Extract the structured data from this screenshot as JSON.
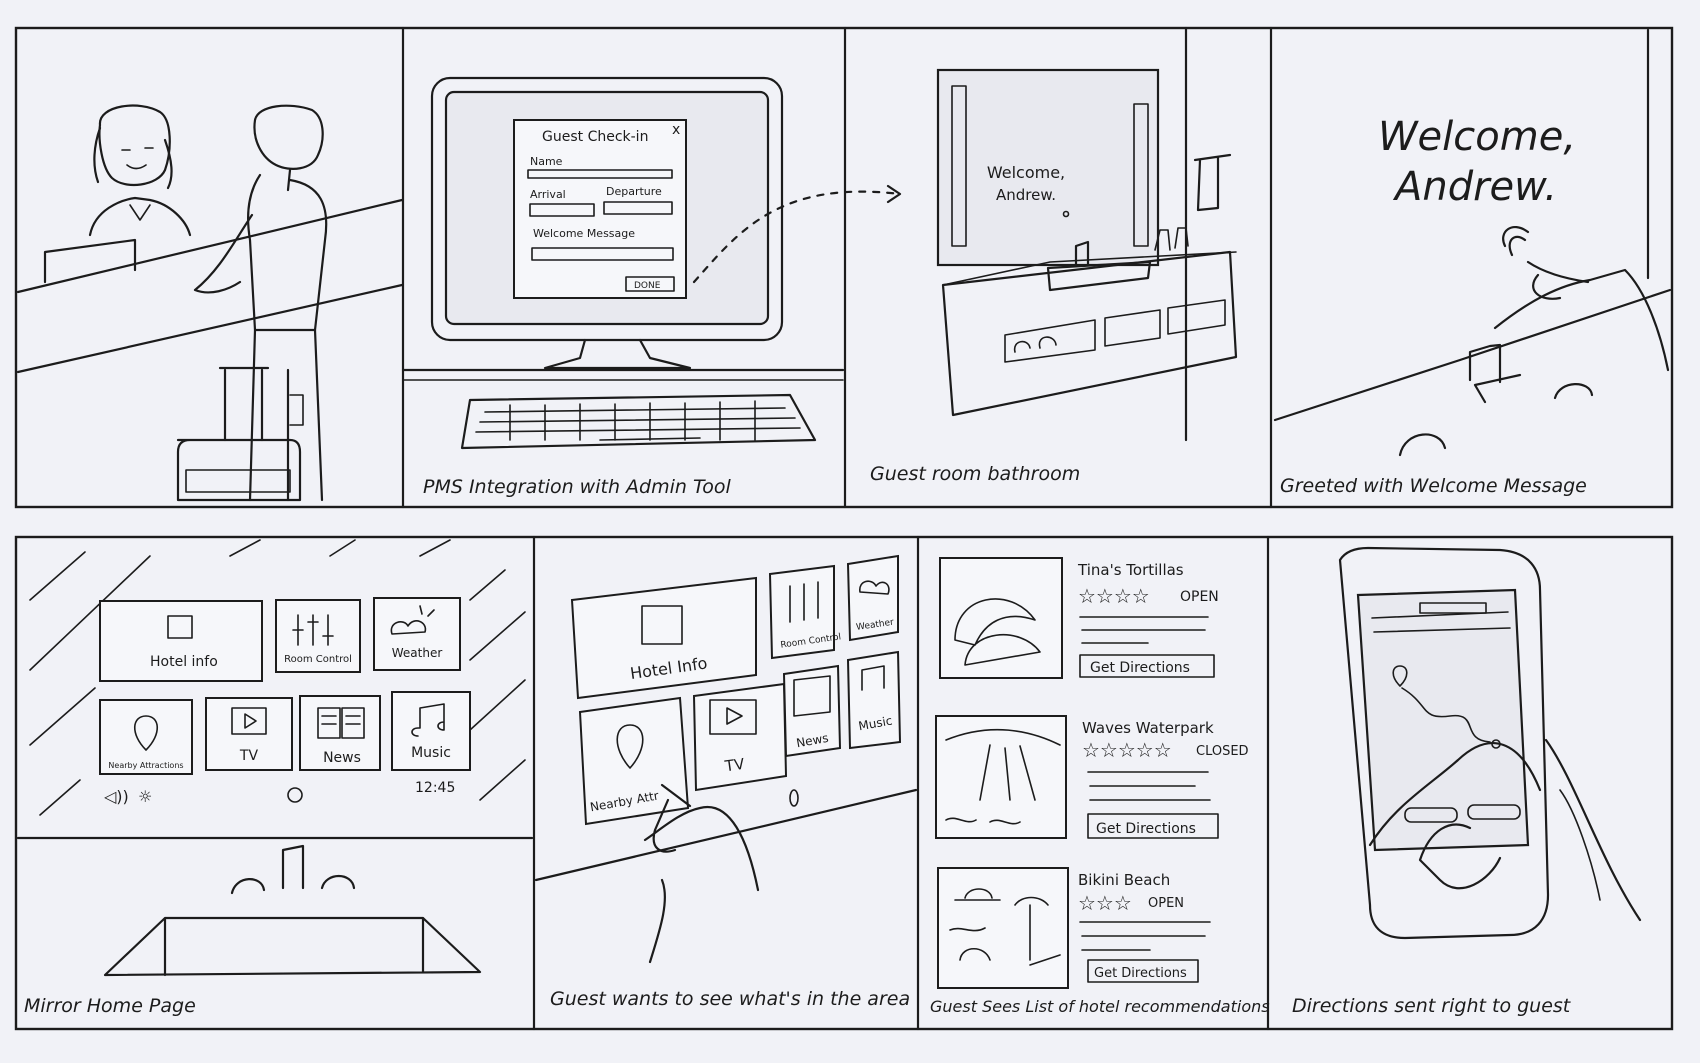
{
  "panels": {
    "p1": {
      "caption": ""
    },
    "p2": {
      "caption": "PMS Integration with Admin Tool",
      "dialog": {
        "title": "Guest Check-in",
        "close": "x",
        "name_label": "Name",
        "arrival_label": "Arrival",
        "departure_label": "Departure",
        "welcome_label": "Welcome Message",
        "done_label": "DONE"
      }
    },
    "p3": {
      "caption": "Guest room bathroom",
      "mirror_line1": "Welcome,",
      "mirror_line2": "Andrew."
    },
    "p4": {
      "caption": "Greeted with Welcome Message",
      "line1": "Welcome,",
      "line2": "Andrew."
    },
    "p5": {
      "caption": "Mirror Home Page",
      "tiles": [
        "Hotel info",
        "Room Control",
        "Weather",
        "Nearby Attractions",
        "TV",
        "News",
        "Music"
      ],
      "clock": "12:45"
    },
    "p6": {
      "caption": "Guest wants to see what's in the area",
      "tiles": [
        "Hotel Info",
        "Room Control",
        "Weather",
        "Nearby Attr",
        "TV",
        "News",
        "Music"
      ]
    },
    "p7": {
      "caption": "Guest Sees List of hotel recommendations",
      "items": [
        {
          "name": "Tina's Tortillas",
          "stars": "☆☆☆☆",
          "status": "OPEN",
          "button": "Get Directions"
        },
        {
          "name": "Waves Waterpark",
          "stars": "☆☆☆☆☆",
          "status": "CLOSED",
          "button": "Get Directions"
        },
        {
          "name": "Bikini Beach",
          "stars": "☆☆☆",
          "status": "OPEN",
          "button": "Get Directions"
        }
      ]
    },
    "p8": {
      "caption": "Directions sent right to guest"
    }
  }
}
